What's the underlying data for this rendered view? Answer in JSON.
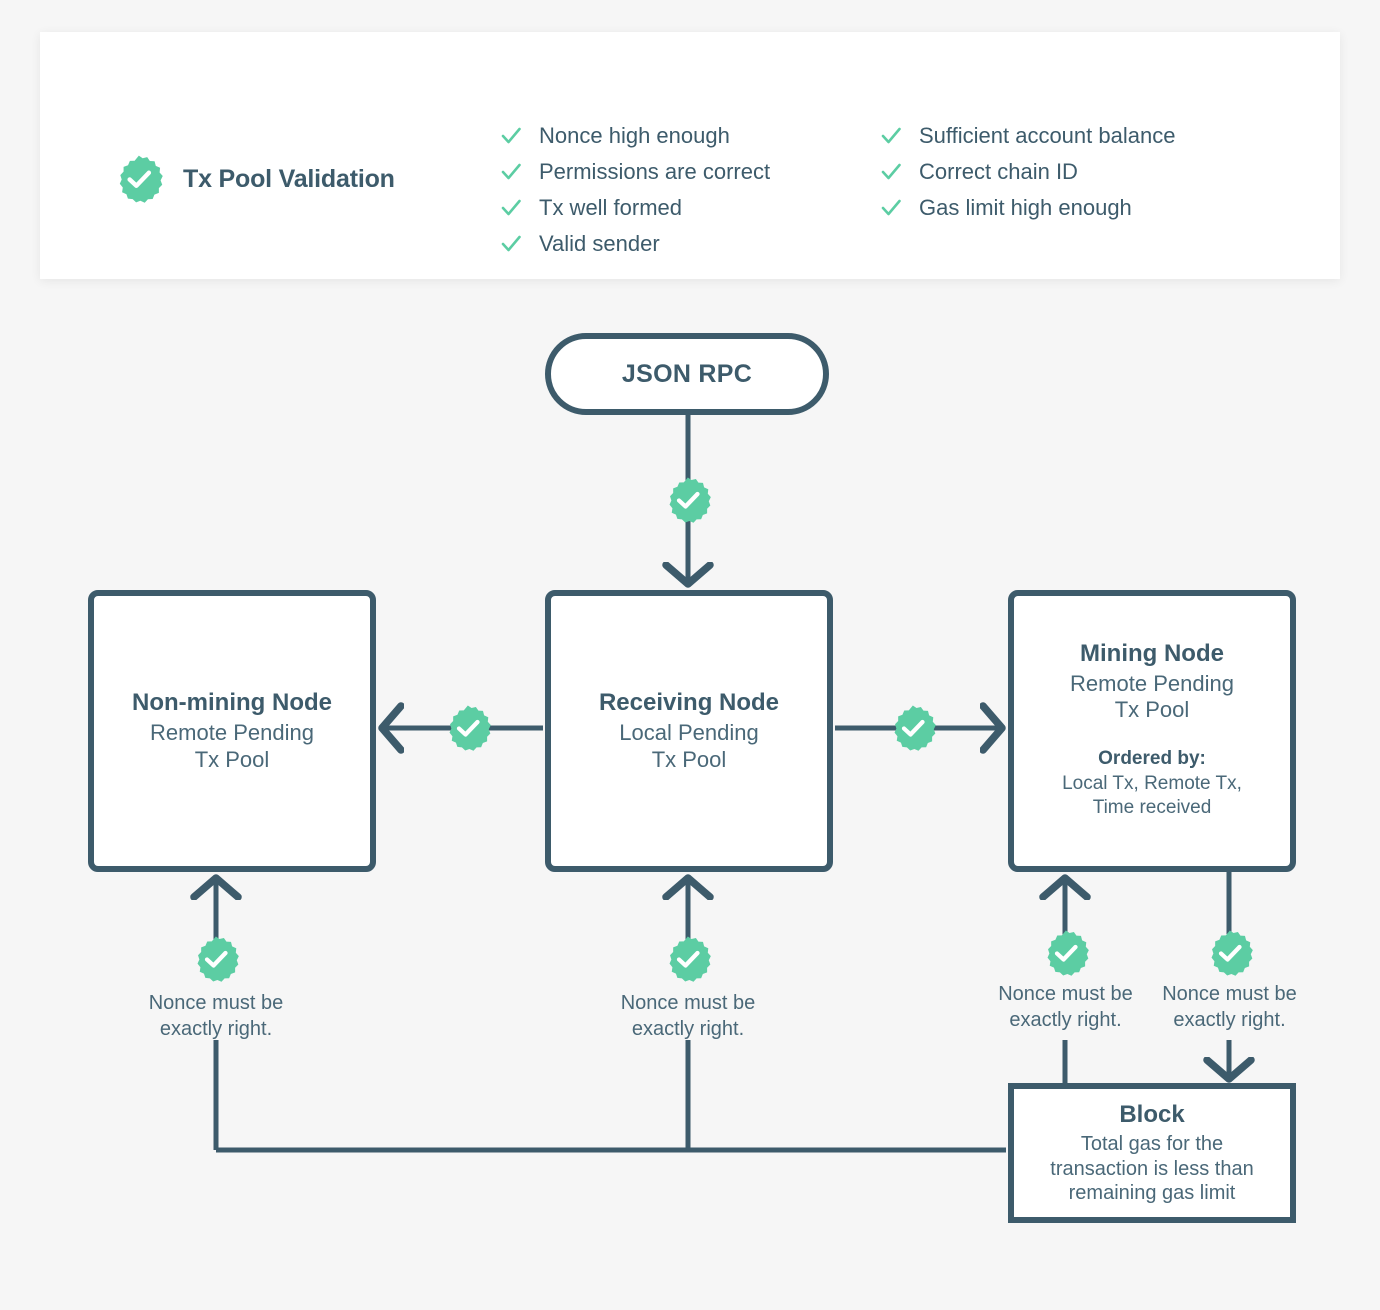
{
  "colors": {
    "background": "#f6f6f6",
    "card": "#ffffff",
    "outline": "#3d5b6b",
    "text": "#3d5b6b",
    "subtext": "#4a6878",
    "accent_green": "#5ccda3"
  },
  "validation_card": {
    "badge_icon": "check-badge-icon",
    "title": "Tx Pool Validation",
    "columns": [
      {
        "items": [
          "Nonce high enough",
          "Permissions are correct",
          "Tx well formed",
          "Valid sender"
        ]
      },
      {
        "items": [
          "Sufficient account balance",
          "Correct chain ID",
          "Gas limit high enough"
        ]
      }
    ]
  },
  "flow": {
    "entry": {
      "label": "JSON RPC"
    },
    "nodes": [
      {
        "id": "non-mining-node",
        "title": "Non-mining Node",
        "subtitle": "Remote Pending\nTx Pool"
      },
      {
        "id": "receiving-node",
        "title": "Receiving Node",
        "subtitle": "Local Pending\nTx Pool"
      },
      {
        "id": "mining-node",
        "title": "Mining Node",
        "subtitle": "Remote Pending\nTx Pool",
        "extra_label": "Ordered by:",
        "extra_text": "Local Tx, Remote Tx,\nTime received"
      }
    ],
    "block": {
      "id": "block",
      "title": "Block",
      "subtitle": "Total gas for the\ntransaction is less than\nremaining gas limit"
    },
    "captions": [
      "Nonce must be\nexactly right.",
      "Nonce must be\nexactly right.",
      "Nonce must be\nexactly right.",
      "Nonce must be\nexactly right."
    ],
    "edge_badge_icon": "check-badge-icon",
    "edge_badge_count": 7
  }
}
